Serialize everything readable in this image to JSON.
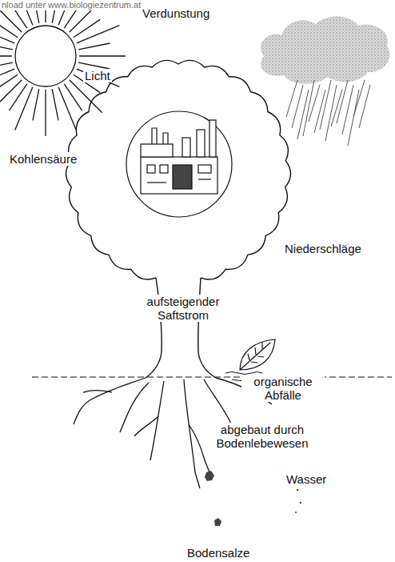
{
  "diagram": {
    "labels": [
      "nload unter www.biologiezentrum.at",
      "Verdunstung",
      "Licht",
      "Kohlensäure",
      "Niederschläge",
      "aufsteigender Saftstrom",
      "organische Abfälle",
      "abgebaut durch Bodenlebewesen",
      "Wasser",
      "Bodensalze"
    ]
  }
}
